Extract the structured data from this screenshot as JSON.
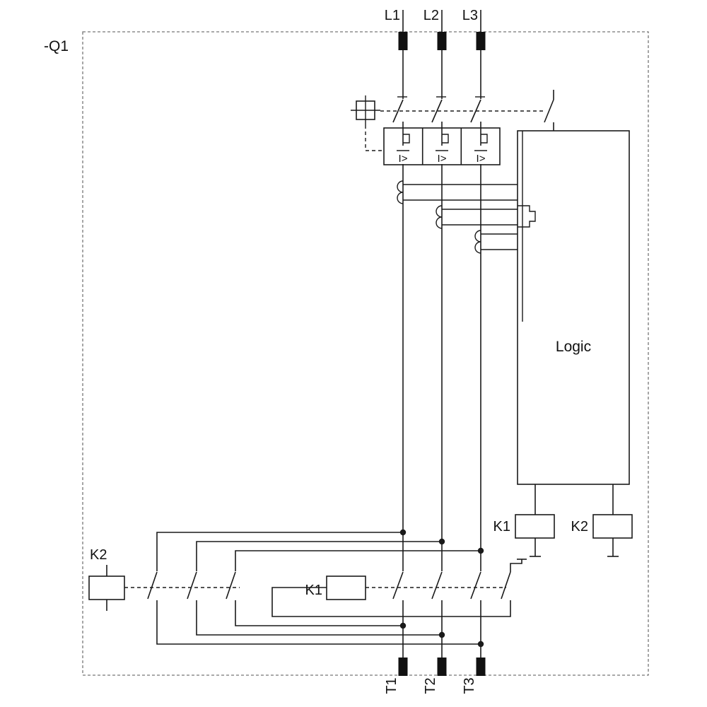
{
  "diagram": {
    "frame_label": "-Q1",
    "top_terminals": [
      "L1",
      "L2",
      "L3"
    ],
    "bottom_terminals": [
      "T1",
      "T2",
      "T3"
    ],
    "overload": {
      "symbol": "I>"
    },
    "logic": {
      "label": "Logic"
    },
    "coils": {
      "k1": "K1",
      "k2": "K2"
    },
    "main_contactors": {
      "k1": "K1",
      "k2": "K2"
    },
    "colors": {
      "stroke": "#1a1a1a",
      "terminal": "#111111",
      "frame": "#777777",
      "background": "#ffffff"
    }
  }
}
